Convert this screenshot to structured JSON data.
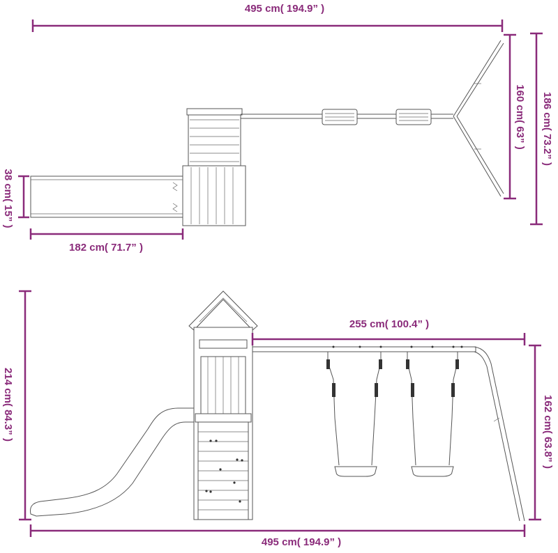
{
  "top_view": {
    "total_width": "495 cm( 194.9” )",
    "frame_depth": "186 cm( 73.2” )",
    "swing_depth": "160 cm( 63” )",
    "slide_width": "38 cm( 15” )",
    "slide_length": "182 cm( 71.7” )"
  },
  "front_view": {
    "beam_length": "255 cm( 100.4” )",
    "tower_height": "214 cm( 84.3” )",
    "beam_height": "162 cm( 63.8” )",
    "total_width": "495 cm( 194.9” )"
  },
  "colors": {
    "dimension": "#8a2b7a",
    "drawing": "#555555"
  }
}
